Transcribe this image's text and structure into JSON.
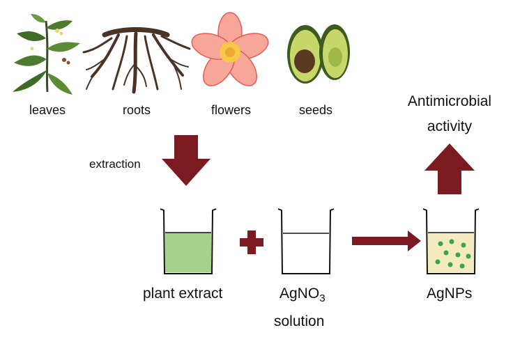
{
  "sources": [
    {
      "label": "leaves",
      "icon": "leaves-icon"
    },
    {
      "label": "roots",
      "icon": "roots-icon"
    },
    {
      "label": "flowers",
      "icon": "flower-icon"
    },
    {
      "label": "seeds",
      "icon": "avocado-seed-icon"
    }
  ],
  "extraction_label": "extraction",
  "outcome": {
    "line1": "Antimicrobial",
    "line2": "activity"
  },
  "beakers": {
    "plant_extract": "plant extract",
    "agno3_main": "AgNO",
    "agno3_sub": "3",
    "agno3_line2": "solution",
    "agnps": "AgNPs"
  },
  "colors": {
    "arrow": "#7b1a20",
    "extract_fill": "#a8d08d",
    "nanoparticle_fill": "#f4ecc0",
    "nanoparticle_dots": "#3aa64a"
  }
}
